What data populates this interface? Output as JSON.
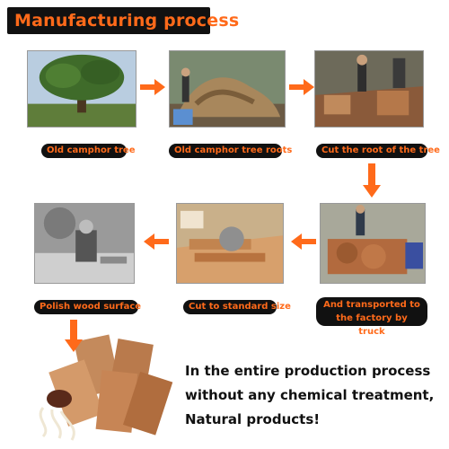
{
  "title": "Manufacturing process",
  "steps": [
    {
      "label": "Old camphor tree"
    },
    {
      "label": "Old camphor tree roots"
    },
    {
      "label": "Cut the root of the tree"
    },
    {
      "label": "And transported to the factory by truck"
    },
    {
      "label": "Cut to standard size"
    },
    {
      "label": "Polish wood surface"
    }
  ],
  "statement": {
    "line1": "In the entire production process",
    "line2": "without any chemical treatment,",
    "line3": "Natural products!"
  },
  "colors": {
    "accent": "#ff6a1a",
    "band": "#111111"
  },
  "icons": {
    "flow_arrow": "arrow-icon"
  }
}
